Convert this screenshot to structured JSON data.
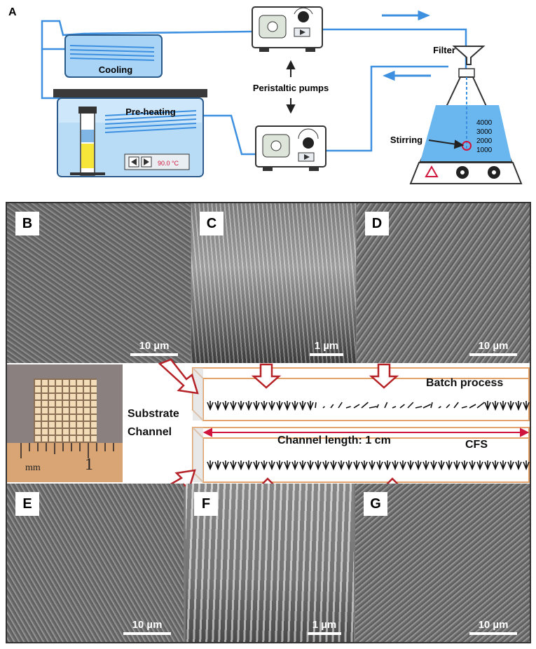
{
  "panel_a": {
    "letter": "A",
    "cooling_label": "Cooling",
    "preheating_label": "Pre-heating",
    "temp_display": "90.0 °C",
    "pumps_label": "Peristaltic pumps",
    "filter_label": "Filter",
    "stirring_label": "Stirring",
    "beaker_marks": [
      "4000",
      "3000",
      "2000",
      "1000"
    ]
  },
  "sem": {
    "b": {
      "letter": "B",
      "scale": "10 µm"
    },
    "c": {
      "letter": "C",
      "scale": "1 µm"
    },
    "d": {
      "letter": "D",
      "scale": "10 µm"
    },
    "e": {
      "letter": "E",
      "scale": "10 µm"
    },
    "f": {
      "letter": "F",
      "scale": "1 µm"
    },
    "g": {
      "letter": "G",
      "scale": "10 µm"
    }
  },
  "middle": {
    "substrate_line1": "Substrate",
    "substrate_line2": "Channel",
    "batch_label": "Batch process",
    "channel_length_label": "Channel length: 1 cm",
    "cfs_label": "CFS",
    "ruler_unit": "mm",
    "ruler_number": "1"
  },
  "colors": {
    "tube_blue": "#3d8fe0",
    "water": "#a9d4f5",
    "arrow_red": "#c0282b",
    "sem_gray": "#6d6d6d"
  }
}
